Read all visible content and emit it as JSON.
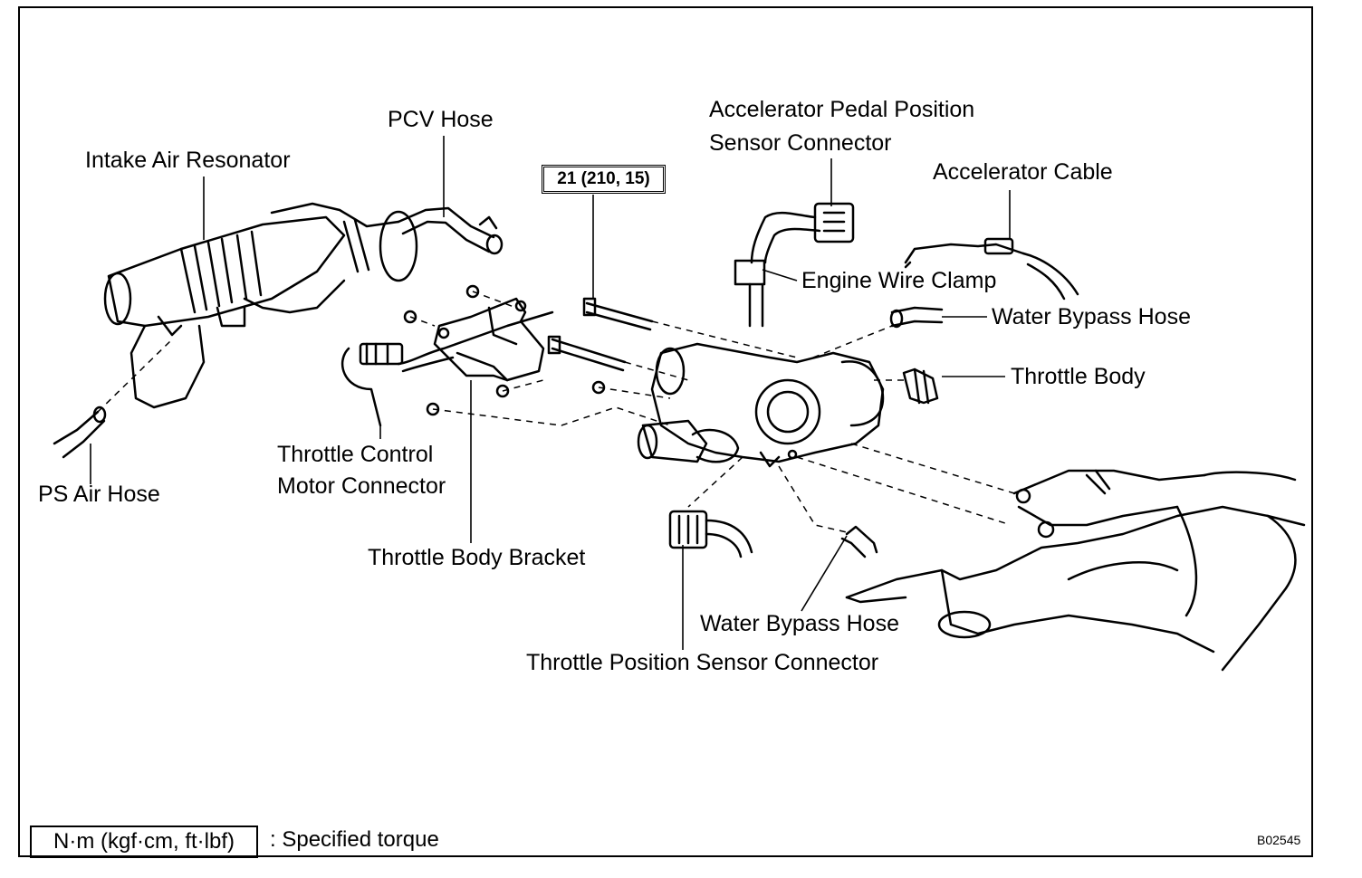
{
  "labels": {
    "pcv_hose": "PCV Hose",
    "intake_air_resonator": "Intake Air Resonator",
    "accel_pedal_line1": "Accelerator Pedal Position",
    "accel_pedal_line2": "Sensor Connector",
    "accelerator_cable": "Accelerator Cable",
    "engine_wire_clamp": "Engine Wire Clamp",
    "water_bypass_hose_upper": "Water Bypass Hose",
    "throttle_body": "Throttle Body",
    "throttle_control_line1": "Throttle Control",
    "throttle_control_line2": "Motor Connector",
    "ps_air_hose": "PS Air Hose",
    "throttle_body_bracket": "Throttle Body Bracket",
    "water_bypass_hose_lower": "Water Bypass Hose",
    "throttle_position_sensor_connector": "Throttle Position Sensor Connector"
  },
  "torque_spec": "21 (210, 15)",
  "legend": {
    "unit_box": "N·m (kgf·cm, ft·lbf)",
    "description": ": Specified torque"
  },
  "figure_code": "B02545"
}
